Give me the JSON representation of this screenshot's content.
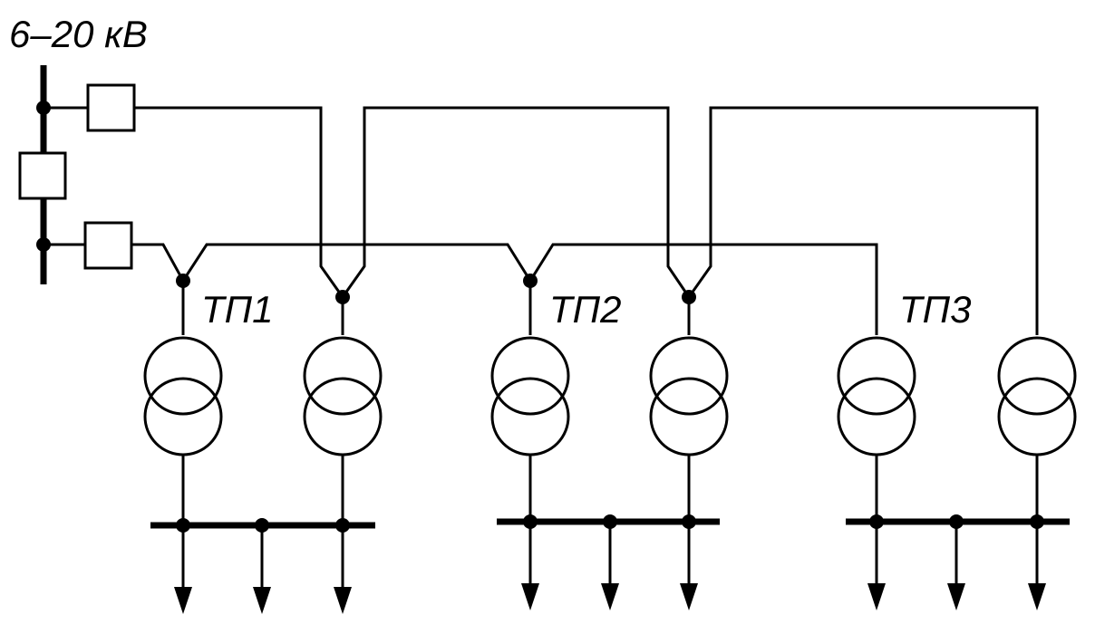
{
  "labels": {
    "voltage": "6–20 кВ",
    "substations": [
      "ТП1",
      "ТП2",
      "ТП3"
    ]
  },
  "colors": {
    "line": "#000000",
    "background": "#ffffff"
  }
}
